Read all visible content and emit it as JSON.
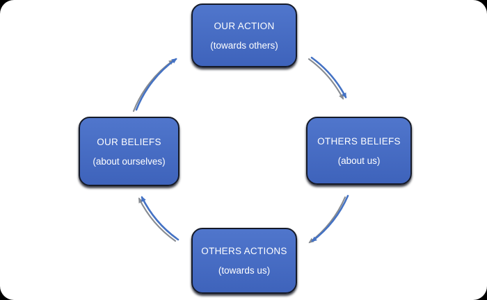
{
  "page": {
    "background": "#000000",
    "canvas_fill": "#ffffff"
  },
  "diagram": {
    "type": "cycle",
    "direction": "clockwise",
    "nodes": [
      {
        "title": "OUR ACTION",
        "subtitle": "(towards others)",
        "position": "top"
      },
      {
        "title": "OTHERS BELIEFS",
        "subtitle": "(about us)",
        "position": "right"
      },
      {
        "title": "OTHERS ACTIONS",
        "subtitle": "(towards us)",
        "position": "bottom"
      },
      {
        "title": "OUR BELIEFS",
        "subtitle": "(about ourselves)",
        "position": "left"
      }
    ],
    "edges": [
      {
        "from": "OUR BELIEFS",
        "to": "OUR ACTION"
      },
      {
        "from": "OUR ACTION",
        "to": "OTHERS BELIEFS"
      },
      {
        "from": "OTHERS BELIEFS",
        "to": "OTHERS ACTIONS"
      },
      {
        "from": "OTHERS ACTIONS",
        "to": "OUR BELIEFS"
      }
    ],
    "colors": {
      "node_fill_top": "#5076cc",
      "node_fill_bottom": "#3e63bb",
      "node_border": "#151a28",
      "node_text": "#ffffff",
      "arc_stroke": "#4472c4",
      "arc_shadow": "#73777e"
    }
  }
}
